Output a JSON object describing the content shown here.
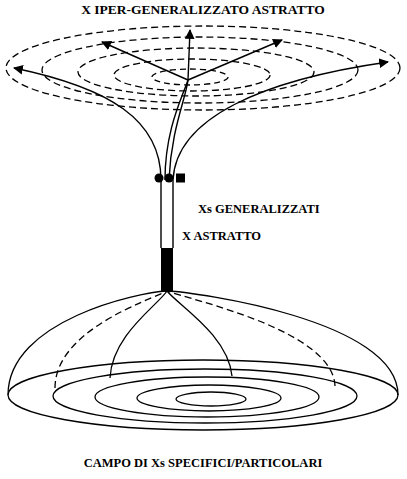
{
  "diagram": {
    "labels": [
      "X IPER-GENERALIZZATO ASTRATTO",
      "Xs GENERALIZZATI",
      "X ASTRATTO",
      "CAMPO DI Xs SPECIFICI/PARTICOLARI"
    ]
  }
}
